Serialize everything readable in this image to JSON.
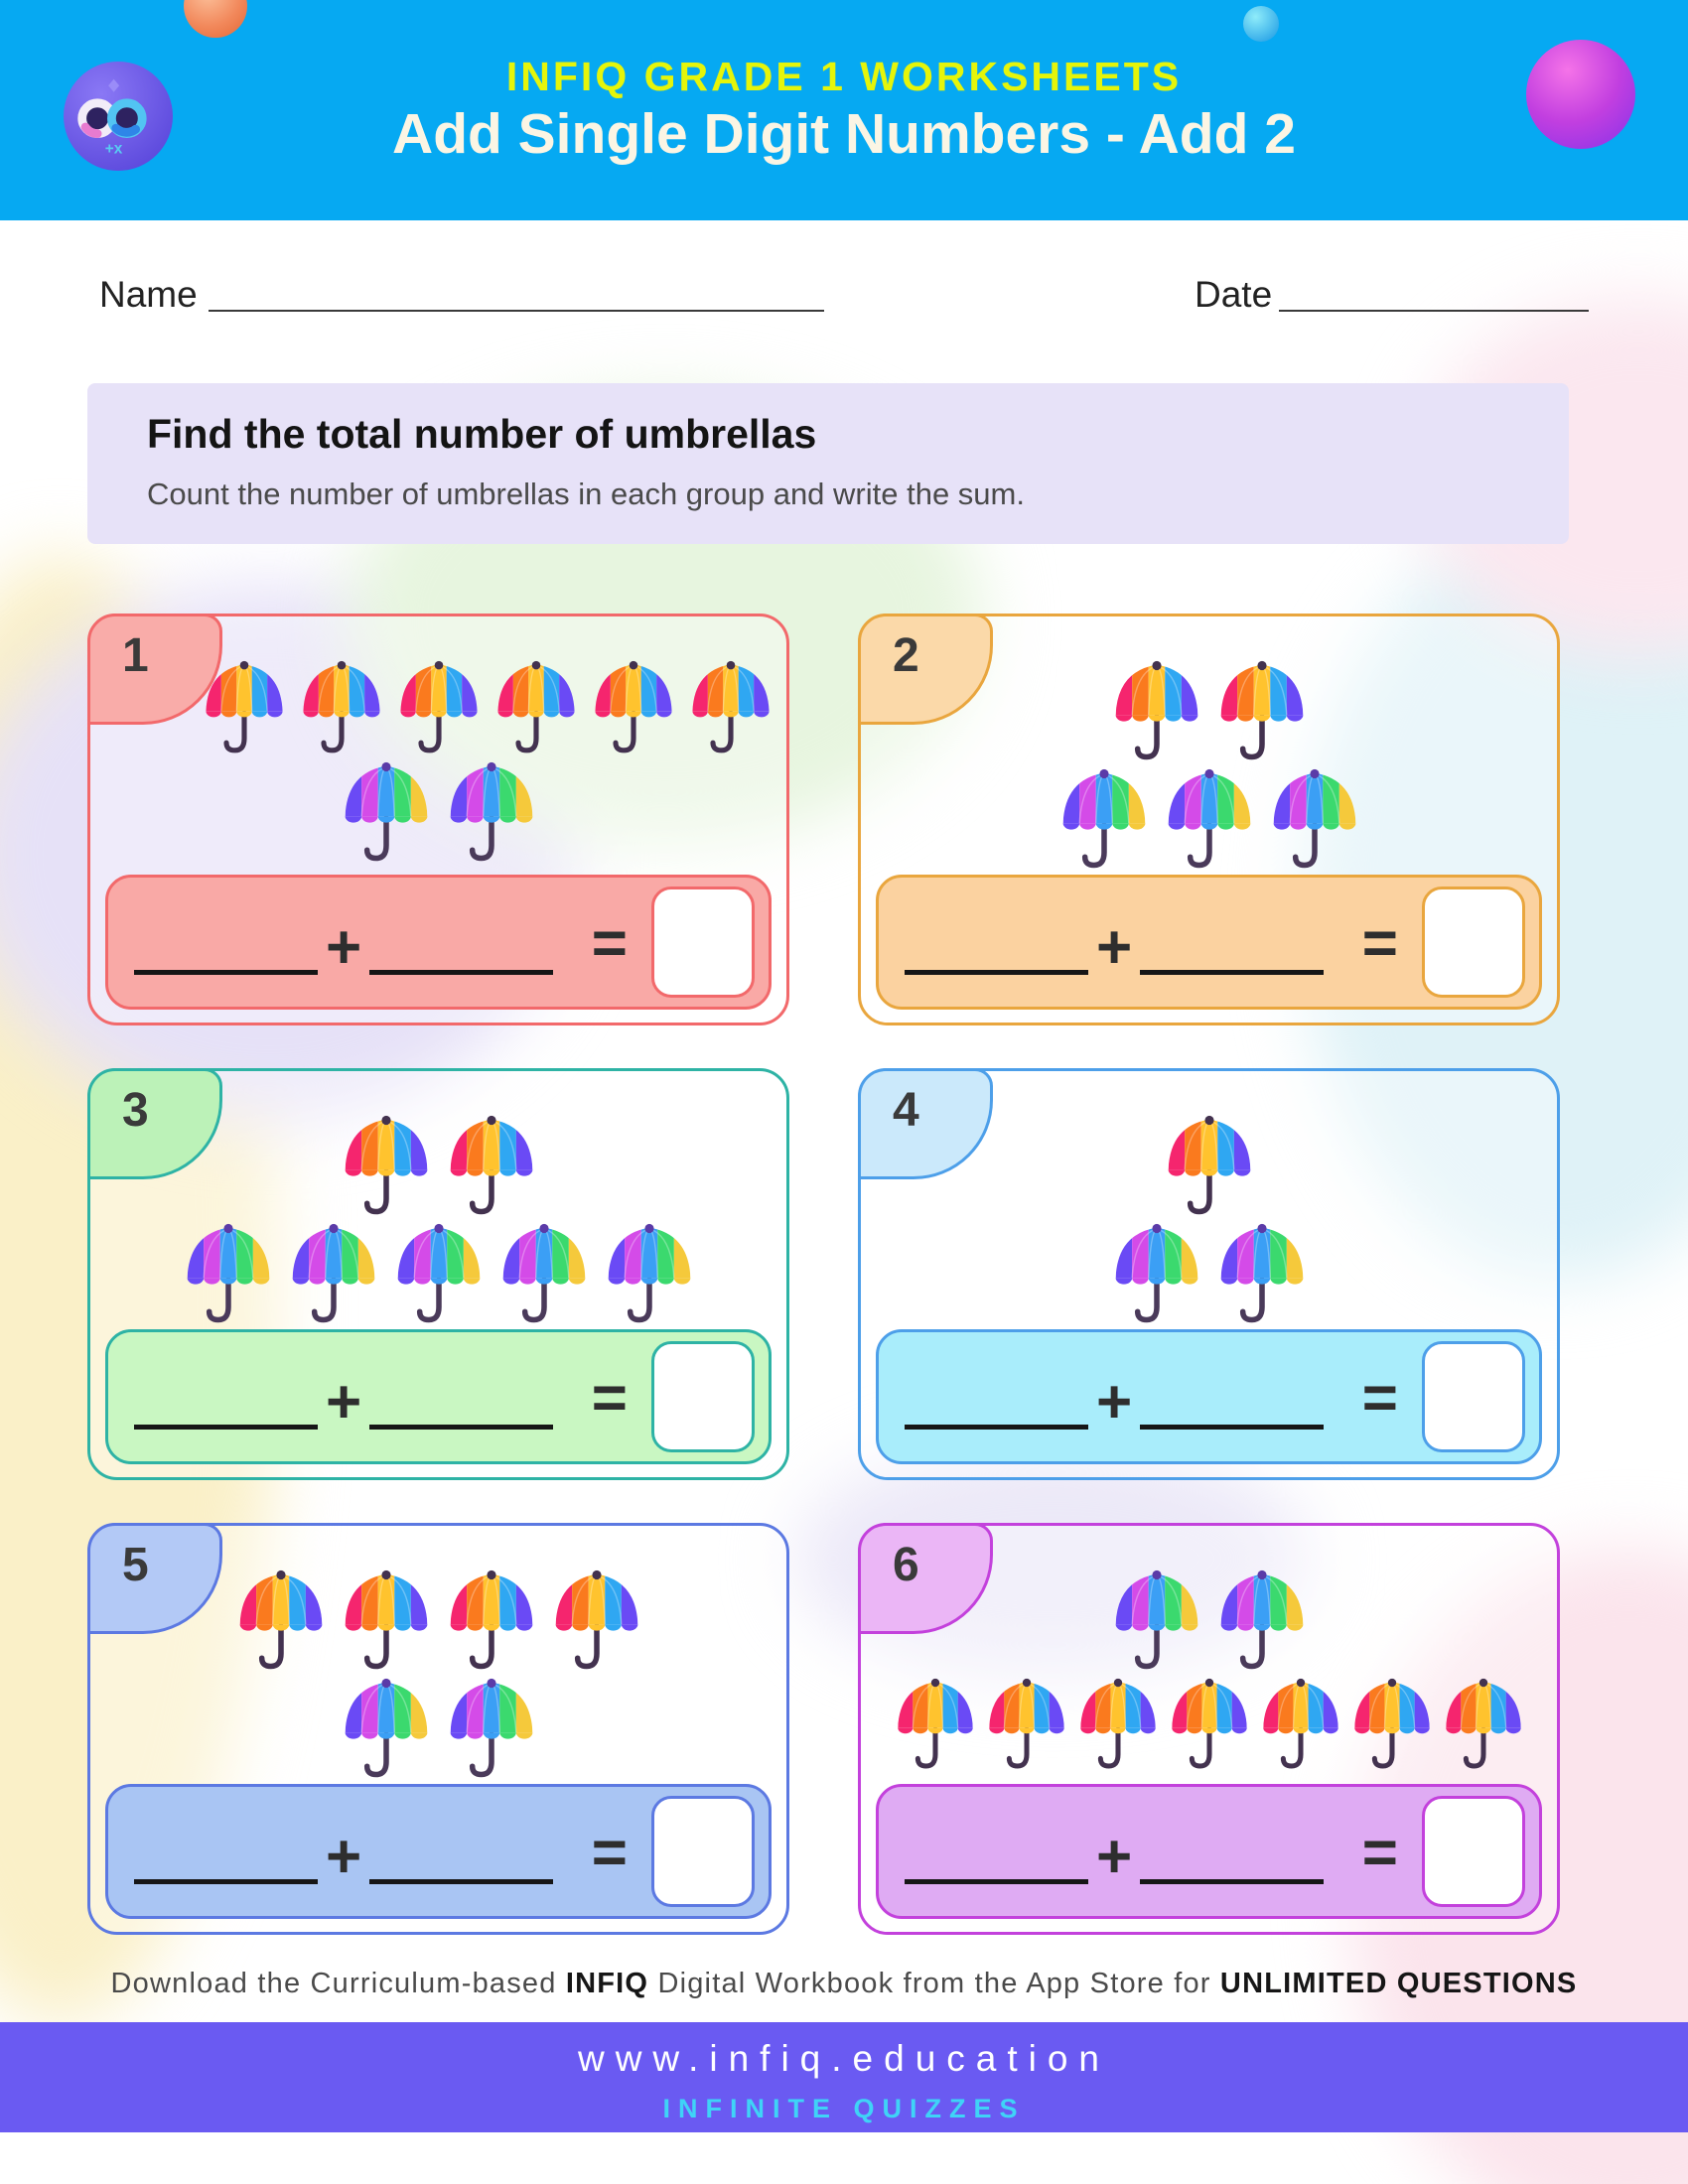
{
  "header": {
    "brand": "INFIQ GRADE 1 WORKSHEETS",
    "title": "Add Single Digit Numbers - Add 2",
    "bg_color": "#06A9F2",
    "brand_color": "#E5F50A",
    "title_color": "#FBF5E4"
  },
  "fields": {
    "name_label": "Name",
    "date_label": "Date"
  },
  "instruction": {
    "title": "Find the total number of umbrellas",
    "subtitle": "Count the number of umbrellas in each group and write the sum."
  },
  "equation": {
    "plus": "+",
    "equals": "="
  },
  "umbrella_styles": {
    "classic": {
      "gores": [
        "#F5256E",
        "#FA7A1E",
        "#FFC32E",
        "#2FA7F2",
        "#6A4AF5"
      ],
      "knob": "#43324F",
      "handle": "#43324F"
    },
    "rainbow": {
      "gores": [
        "#6A4AF5",
        "#D44BE8",
        "#3B9FF5",
        "#3BD96E",
        "#F5C93B"
      ],
      "knob": "#5B3BA8",
      "handle": "#4A3A5A"
    }
  },
  "cards": [
    {
      "number": "1",
      "groups": [
        {
          "style": "classic",
          "count": 6
        },
        {
          "style": "rainbow",
          "count": 2
        }
      ],
      "theme": {
        "border": "#F2696B",
        "badge": "#F9ACA9",
        "bar": "#F9A9A6"
      }
    },
    {
      "number": "2",
      "groups": [
        {
          "style": "classic",
          "count": 2
        },
        {
          "style": "rainbow",
          "count": 3
        }
      ],
      "theme": {
        "border": "#E9A63E",
        "badge": "#FBD9A9",
        "bar": "#FBD2A0"
      }
    },
    {
      "number": "3",
      "groups": [
        {
          "style": "classic",
          "count": 2
        },
        {
          "style": "rainbow",
          "count": 5
        }
      ],
      "theme": {
        "border": "#2EB3A5",
        "badge": "#BCF2B8",
        "bar": "#C9F7C2"
      }
    },
    {
      "number": "4",
      "groups": [
        {
          "style": "classic",
          "count": 1
        },
        {
          "style": "rainbow",
          "count": 2
        }
      ],
      "theme": {
        "border": "#4D9FE9",
        "badge": "#CBE9FB",
        "bar": "#A9EDFB"
      }
    },
    {
      "number": "5",
      "groups": [
        {
          "style": "classic",
          "count": 4
        },
        {
          "style": "rainbow",
          "count": 2
        }
      ],
      "theme": {
        "border": "#5C79E2",
        "badge": "#B3C9F6",
        "bar": "#A9C5F3"
      }
    },
    {
      "number": "6",
      "groups": [
        {
          "style": "rainbow",
          "count": 2
        },
        {
          "style": "classic",
          "count": 7
        }
      ],
      "theme": {
        "border": "#C341DC",
        "badge": "#EBB6F6",
        "bar": "#DFABF3"
      }
    }
  ],
  "footer": {
    "promo_segments": [
      {
        "text": "Download the Curriculum-based ",
        "bold": false
      },
      {
        "text": "INFIQ",
        "bold": true
      },
      {
        "text": " Digital Workbook from the App Store for ",
        "bold": false
      },
      {
        "text": "UNLIMITED QUESTIONS",
        "bold": true
      }
    ],
    "website": "www.infiq.education",
    "tagline": "INFINITE QUIZZES",
    "bar_color": "#6A5AF2",
    "tagline_color": "#3FD3F7"
  },
  "decor": {
    "spheres": [
      "orange-sphere",
      "blue-sphere",
      "purple-sphere"
    ],
    "blob_colors": {
      "yellow": "#FAF0C8",
      "lavender": "#E6E1F7",
      "green": "#E7F5DF",
      "cyan": "#DFF2F7",
      "pink": "#FBE7EF"
    }
  }
}
